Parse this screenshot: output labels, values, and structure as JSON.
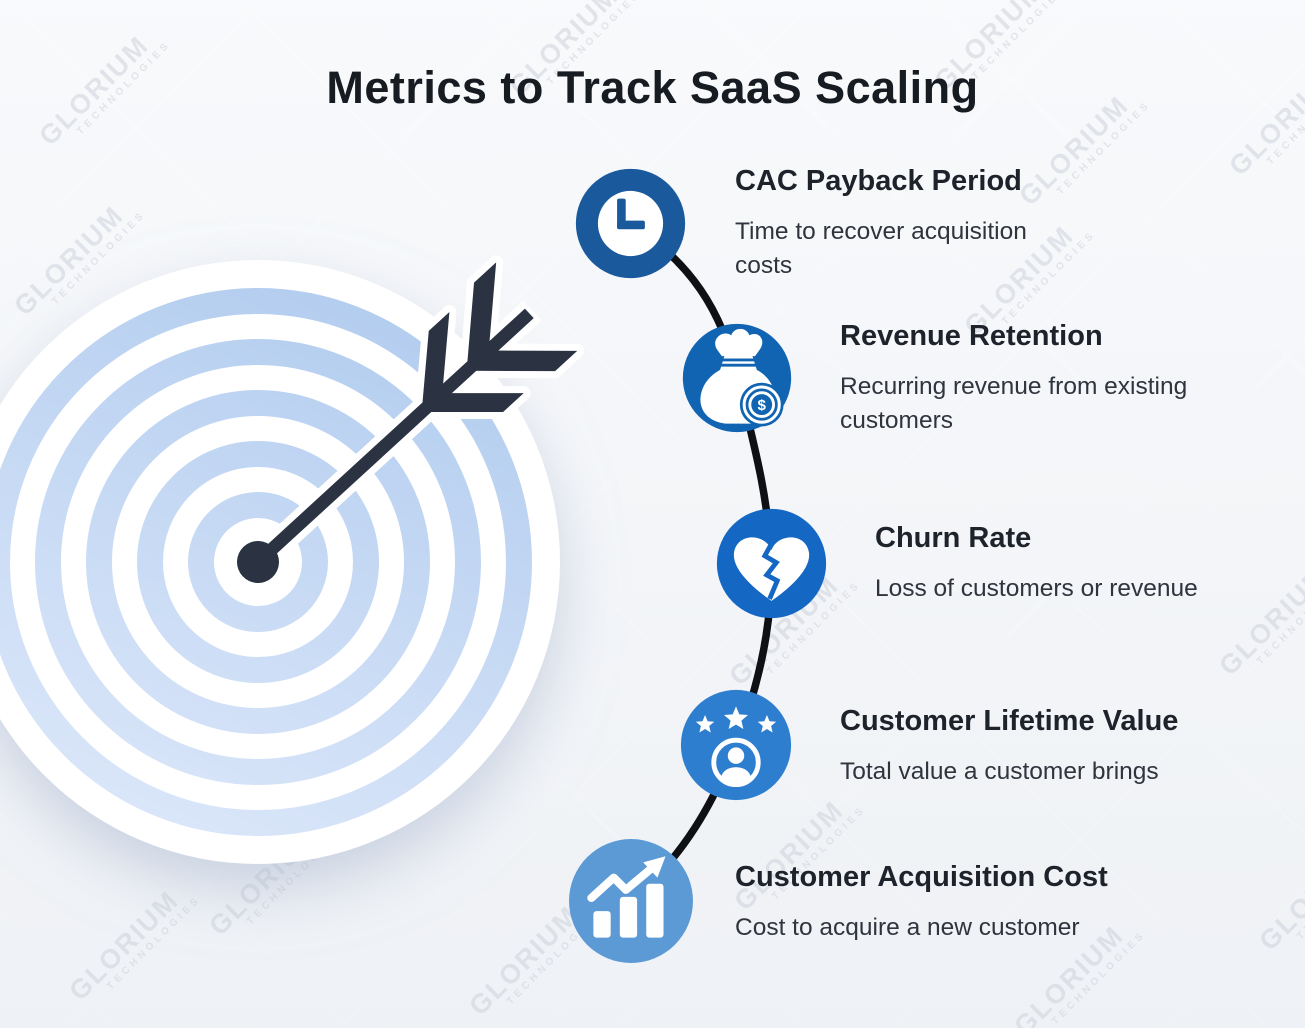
{
  "title": "Metrics to Track SaaS Scaling",
  "watermark": {
    "line1": "GLORIUM",
    "line2": "TECHNOLOGIES"
  },
  "colors": {
    "background": "#f3f4f7",
    "heading_text": "#171b22",
    "metric_title_text": "#1d222b",
    "metric_body_text": "#2f343d",
    "connector_line": "#0e1013",
    "target_ring_blue_dark": "#b4cdee",
    "target_ring_blue_light": "#dde8fa",
    "arrow_navy": "#2b3342",
    "metric_icon_colors": [
      "#1a5a9c",
      "#1164b2",
      "#1467c2",
      "#2e7ecf",
      "#5c9ad6"
    ]
  },
  "metrics": [
    {
      "title": "CAC Payback Period",
      "description": "Time to recover acquisition costs",
      "icon": "clock-icon",
      "color": "#1a5a9c"
    },
    {
      "title": "Revenue Retention",
      "description": "Recurring revenue from existing customers",
      "icon": "money-bag-icon",
      "color": "#1164b2"
    },
    {
      "title": "Churn Rate",
      "description": "Loss of customers or revenue",
      "icon": "broken-heart-icon",
      "color": "#1467c2"
    },
    {
      "title": "Customer Lifetime Value",
      "description": "Total value a customer brings",
      "icon": "stars-user-icon",
      "color": "#2e7ecf"
    },
    {
      "title": "Customer Acquisition Cost",
      "description": "Cost to acquire a new customer",
      "icon": "growth-chart-icon",
      "color": "#5c9ad6"
    }
  ]
}
